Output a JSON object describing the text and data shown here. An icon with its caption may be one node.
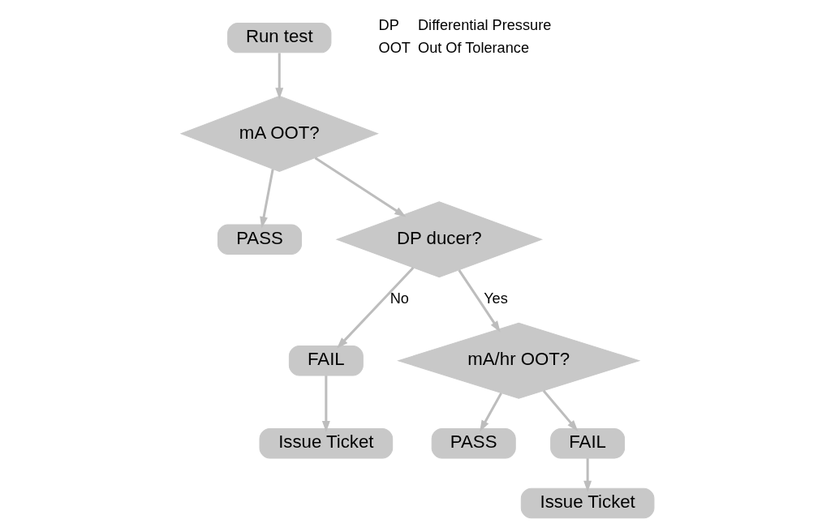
{
  "diagram": {
    "nodes": [
      {
        "text": [
          "Run test"
        ]
      },
      {
        "text": [
          "mA OOT?"
        ]
      },
      {
        "text": [
          "PASS"
        ]
      },
      {
        "text": [
          "DP ducer?"
        ]
      },
      {
        "text": [
          "FAIL"
        ]
      },
      {
        "text": [
          "Issue Ticket"
        ]
      },
      {
        "text": [
          "mA/hr OOT?"
        ]
      },
      {
        "text": [
          "PASS"
        ]
      },
      {
        "text": [
          "FAIL"
        ]
      },
      {
        "text": [
          "Issue Ticket"
        ]
      }
    ],
    "edges": [
      {
        "from": 0,
        "to": 1,
        "arrow": "to"
      },
      {
        "from": 1,
        "to": 3,
        "arrow": "to"
      },
      {
        "from": 1,
        "to": 2,
        "arrow": "to"
      },
      {
        "from": 3,
        "to": 6,
        "arrow": "to",
        "label": "Yes"
      },
      {
        "from": 3,
        "to": 4,
        "arrow": "to",
        "label": "No"
      },
      {
        "from": 4,
        "to": 5,
        "arrow": "to"
      },
      {
        "from": 6,
        "to": 7,
        "arrow": "to"
      },
      {
        "from": 6,
        "to": 8,
        "arrow": "to"
      },
      {
        "from": 8,
        "to": 9,
        "arrow": "to"
      }
    ],
    "labels": [
      "DP",
      "Differential Pressure",
      "OOT",
      "Out Of Tolerance"
    ]
  }
}
